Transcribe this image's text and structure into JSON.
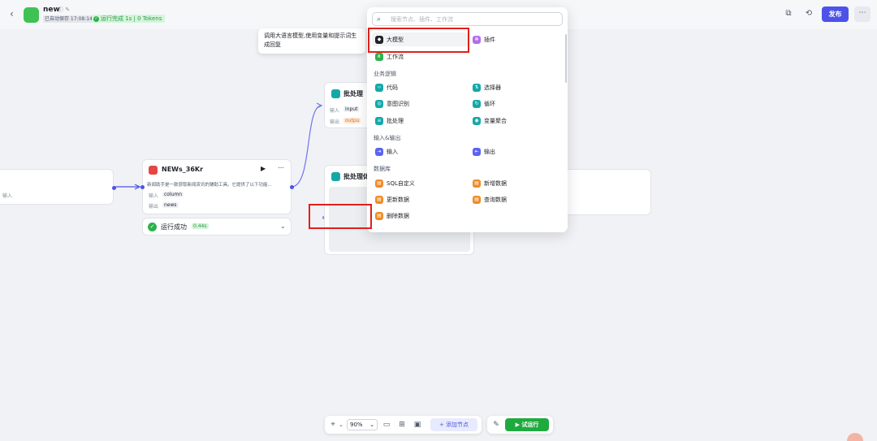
{
  "header": {
    "back_icon": "‹",
    "title": "new",
    "autosave": "已自动保存 17:08:14",
    "run_status": "运行完成 1s | 0 Tokens",
    "publish_label": "发布",
    "more_icon": "⋯"
  },
  "canvas": {
    "start_node": {
      "hint": "输入"
    },
    "news_node": {
      "title": "NEWs_36Kr",
      "description": "新闻助手是一款获取新闻资讯的辅助工具。它提供了以下功能…",
      "input_label": "输入",
      "input_value": "column",
      "output_label": "输出",
      "output_value": "news"
    },
    "run_result": {
      "label": "运行成功",
      "time": "0.44s"
    },
    "batch_node_1": {
      "title": "批处理",
      "input_label": "输入",
      "input_value": "input",
      "output_label": "输出",
      "output_value": "outpu"
    },
    "batch_node_2": {
      "title": "批处理体"
    }
  },
  "tooltip": {
    "text": "调用大语言模型,使用变量和提示词生成回复"
  },
  "panel": {
    "search_placeholder": "搜索节点、插件、工作流",
    "top_items": [
      {
        "label": "大模型",
        "color": "#1f2329"
      },
      {
        "label": "插件",
        "color": "#b46cf0"
      },
      {
        "label": "工作流",
        "color": "#2bb24c"
      }
    ],
    "sections": [
      {
        "title": "业务逻辑",
        "items": [
          {
            "label": "代码",
            "color": "#13a8a8"
          },
          {
            "label": "选择器",
            "color": "#13a8a8"
          },
          {
            "label": "意图识别",
            "color": "#13a8a8"
          },
          {
            "label": "循环",
            "color": "#13a8a8"
          },
          {
            "label": "批处理",
            "color": "#13a8a8"
          },
          {
            "label": "变量聚合",
            "color": "#13a8a8"
          }
        ]
      },
      {
        "title": "输入&输出",
        "items": [
          {
            "label": "输入",
            "color": "#5b63f0"
          },
          {
            "label": "输出",
            "color": "#5b63f0"
          }
        ]
      },
      {
        "title": "数据库",
        "items": [
          {
            "label": "SQL自定义",
            "color": "#f08a24"
          },
          {
            "label": "新增数据",
            "color": "#f08a24"
          },
          {
            "label": "更新数据",
            "color": "#f08a24"
          },
          {
            "label": "查询数据",
            "color": "#f08a24"
          },
          {
            "label": "删除数据",
            "color": "#f08a24"
          }
        ]
      }
    ]
  },
  "toolbar": {
    "zoom": "90%",
    "add_node_label": "+ 添加节点",
    "test_run_label": "▶ 试运行"
  }
}
